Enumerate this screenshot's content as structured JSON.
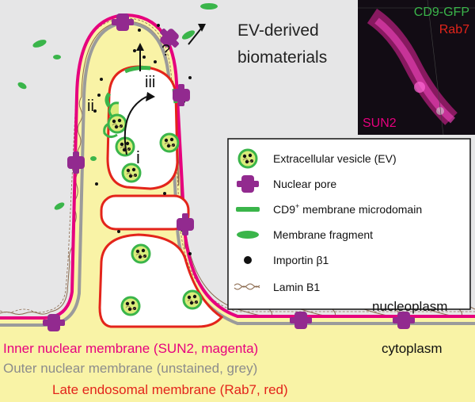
{
  "figure": {
    "title_line1": "EV-derived",
    "title_line2": "biomaterials",
    "question_mark": "?",
    "step_labels": {
      "i": "i",
      "ii": "ii",
      "iii": "iii"
    },
    "micrograph": {
      "channel_green": "CD9-GFP",
      "channel_red": "Rab7",
      "channel_magenta": "SUN2"
    },
    "legend": {
      "items": [
        {
          "label": "Extracellular vesicle (EV)",
          "icon": "ev-icon"
        },
        {
          "label": "Nuclear pore",
          "icon": "nuclear-pore-icon"
        },
        {
          "label": "CD9",
          "superscript": "+",
          "label_rest": " membrane microdomain",
          "icon": "cd9-microdomain-icon"
        },
        {
          "label": "Membrane fragment",
          "icon": "membrane-fragment-icon"
        },
        {
          "label": "Importin β1",
          "icon": "importin-dot-icon"
        },
        {
          "label": "Lamin B1",
          "icon": "lamin-fiber-icon"
        }
      ]
    },
    "region_labels": {
      "nucleoplasm": "nucleoplasm",
      "cytoplasm": "cytoplasm"
    },
    "bottom_labels": {
      "inner": "Inner nuclear membrane (SUN2, magenta)",
      "outer": "Outer nuclear membrane (unstained, grey)",
      "late": "Late endosomal membrane (Rab7, red)"
    },
    "colors": {
      "nucleoplasm": "#e6e6e7",
      "cytoplasm": "#f9f3a6",
      "inner_membrane": "#e6007e",
      "outer_membrane": "#9b9b9b",
      "endosome": "#e3241b",
      "cd9": "#3ab54a",
      "pore": "#922a8f",
      "lamin": "#8b6a4e",
      "label_magenta": "#e6007e",
      "label_grey": "#8c8c8c",
      "label_red": "#e3241b",
      "label_green": "#3ab54a"
    }
  }
}
